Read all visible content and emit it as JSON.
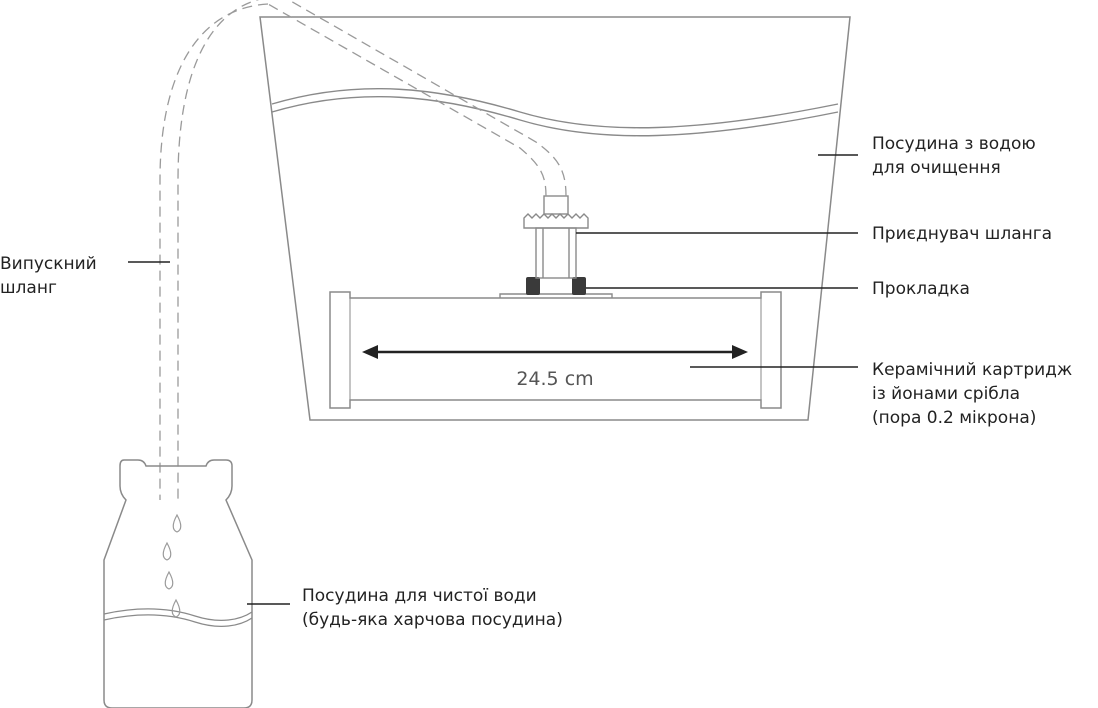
{
  "labels": {
    "vessel_dirty": {
      "line1": "Посудина з водою",
      "line2": "для очищення"
    },
    "hose_connector": {
      "line1": "Приєднувач шланга"
    },
    "gasket": {
      "line1": "Прокладка"
    },
    "cartridge": {
      "line1": "Керамічний картридж",
      "line2": "із йонами срібла",
      "line3": "(пора 0.2 мікрона)"
    },
    "outlet_hose": {
      "line1": "Випускний",
      "line2": "шланг"
    },
    "vessel_clean": {
      "line1": "Посудина для чистої води",
      "line2": "(будь-яка харчова посудина)"
    }
  },
  "dimension": {
    "text": "24.5 cm"
  },
  "colors": {
    "outline": "#8a8a8a",
    "leader_line": "#222222",
    "gasket": "#3a3a3a",
    "text": "#222222"
  }
}
